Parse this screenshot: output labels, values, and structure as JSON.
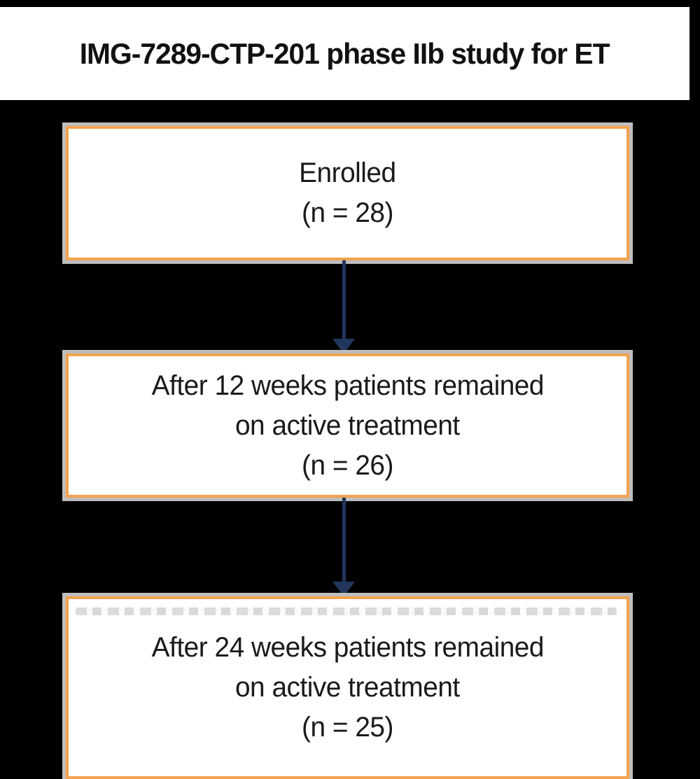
{
  "title": "IMG-7289-CTP-201 phase IIb study for ET",
  "colors": {
    "background": "#000000",
    "title_band": "#ffffff",
    "box_fill": "#ffffff",
    "box_border_orange": "#F2A24E",
    "box_outline_gray": "#BEBEBE",
    "arrow_navy": "#22365C",
    "text": "#1a1a1a"
  },
  "flowchart": {
    "nodes": [
      {
        "id": "enrolled",
        "lines": [
          "Enrolled",
          "(n = 28)"
        ]
      },
      {
        "id": "week12",
        "lines": [
          "After 12 weeks patients remained",
          "on active treatment",
          "(n = 26)"
        ]
      },
      {
        "id": "week24",
        "lines": [
          "After 24 weeks patients remained",
          "on active treatment",
          "(n = 25)"
        ]
      }
    ],
    "connectors": [
      {
        "from": "enrolled",
        "to": "week12",
        "direction": "down"
      },
      {
        "from": "week12",
        "to": "week24",
        "direction": "down"
      }
    ]
  }
}
